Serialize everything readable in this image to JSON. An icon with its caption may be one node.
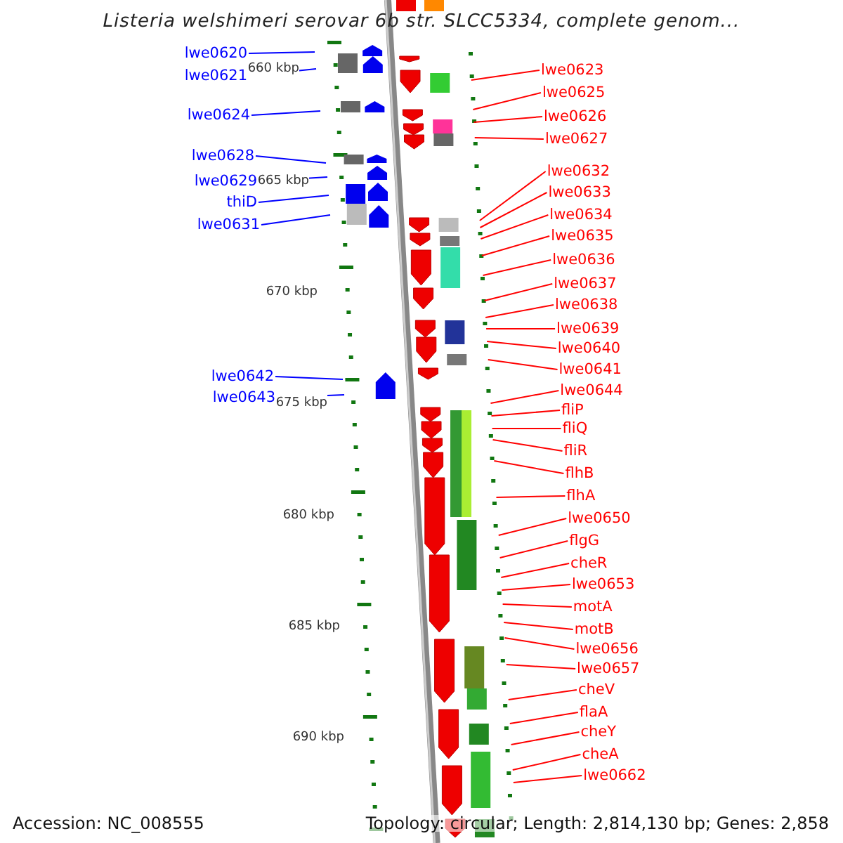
{
  "diagram": {
    "title": "Listeria welshimeri serovar 6b str. SLCC5334, complete genom...",
    "nodes": [
      {
        "text": [
          "lwe0620"
        ]
      },
      {
        "text": [
          "lwe0621"
        ]
      },
      {
        "text": [
          "lwe0624"
        ]
      },
      {
        "text": [
          "lwe0628"
        ]
      },
      {
        "text": [
          "lwe0629"
        ]
      },
      {
        "text": [
          "thiD"
        ]
      },
      {
        "text": [
          "lwe0631"
        ]
      },
      {
        "text": [
          "lwe0642"
        ]
      },
      {
        "text": [
          "lwe0643"
        ]
      },
      {
        "text": [
          "lwe0623"
        ]
      },
      {
        "text": [
          "lwe0625"
        ]
      },
      {
        "text": [
          "lwe0626"
        ]
      },
      {
        "text": [
          "lwe0627"
        ]
      },
      {
        "text": [
          "lwe0632"
        ]
      },
      {
        "text": [
          "lwe0633"
        ]
      },
      {
        "text": [
          "lwe0634"
        ]
      },
      {
        "text": [
          "lwe0635"
        ]
      },
      {
        "text": [
          "lwe0636"
        ]
      },
      {
        "text": [
          "lwe0637"
        ]
      },
      {
        "text": [
          "lwe0638"
        ]
      },
      {
        "text": [
          "lwe0639"
        ]
      },
      {
        "text": [
          "lwe0640"
        ]
      },
      {
        "text": [
          "lwe0641"
        ]
      },
      {
        "text": [
          "lwe0644"
        ]
      },
      {
        "text": [
          "fliP"
        ]
      },
      {
        "text": [
          "fliQ"
        ]
      },
      {
        "text": [
          "fliR"
        ]
      },
      {
        "text": [
          "flhB"
        ]
      },
      {
        "text": [
          "flhA"
        ]
      },
      {
        "text": [
          "lwe0650"
        ]
      },
      {
        "text": [
          "flgG"
        ]
      },
      {
        "text": [
          "cheR"
        ]
      },
      {
        "text": [
          "lwe0653"
        ]
      },
      {
        "text": [
          "motA"
        ]
      },
      {
        "text": [
          "motB"
        ]
      },
      {
        "text": [
          "lwe0656"
        ]
      },
      {
        "text": [
          "lwe0657"
        ]
      },
      {
        "text": [
          "cheV"
        ]
      },
      {
        "text": [
          "flaA"
        ]
      },
      {
        "text": [
          "cheY"
        ]
      },
      {
        "text": [
          "cheA"
        ]
      },
      {
        "text": [
          "lwe0662"
        ]
      }
    ],
    "edges": [
      {
        "from": 0,
        "to": null,
        "arrow": "none",
        "color": "#0000ff"
      },
      {
        "from": 1,
        "to": null,
        "arrow": "none",
        "color": "#0000ff"
      },
      {
        "from": 2,
        "to": null,
        "arrow": "none",
        "color": "#0000ff"
      },
      {
        "from": 3,
        "to": null,
        "arrow": "none",
        "color": "#0000ff"
      },
      {
        "from": 4,
        "to": null,
        "arrow": "none",
        "color": "#0000ff"
      },
      {
        "from": 5,
        "to": null,
        "arrow": "none",
        "color": "#0000ff"
      },
      {
        "from": 6,
        "to": null,
        "arrow": "none",
        "color": "#0000ff"
      },
      {
        "from": 7,
        "to": null,
        "arrow": "none",
        "color": "#0000ff"
      },
      {
        "from": 8,
        "to": null,
        "arrow": "none",
        "color": "#0000ff"
      },
      {
        "from": 9,
        "to": null,
        "arrow": "none"
      },
      {
        "from": 10,
        "to": null,
        "arrow": "none"
      },
      {
        "from": 11,
        "to": null,
        "arrow": "none"
      },
      {
        "from": 12,
        "to": null,
        "arrow": "none"
      },
      {
        "from": 13,
        "to": null,
        "arrow": "none"
      },
      {
        "from": 14,
        "to": null,
        "arrow": "none"
      },
      {
        "from": 15,
        "to": null,
        "arrow": "none"
      },
      {
        "from": 16,
        "to": null,
        "arrow": "none"
      },
      {
        "from": 17,
        "to": null,
        "arrow": "none"
      },
      {
        "from": 18,
        "to": null,
        "arrow": "none"
      },
      {
        "from": 19,
        "to": null,
        "arrow": "none"
      },
      {
        "from": 20,
        "to": null,
        "arrow": "none"
      },
      {
        "from": 21,
        "to": null,
        "arrow": "none"
      },
      {
        "from": 22,
        "to": null,
        "arrow": "none"
      },
      {
        "from": 23,
        "to": null,
        "arrow": "none"
      },
      {
        "from": 24,
        "to": null,
        "arrow": "none"
      },
      {
        "from": 25,
        "to": null,
        "arrow": "none"
      },
      {
        "from": 26,
        "to": null,
        "arrow": "none"
      },
      {
        "from": 27,
        "to": null,
        "arrow": "none"
      },
      {
        "from": 28,
        "to": null,
        "arrow": "none"
      },
      {
        "from": 29,
        "to": null,
        "arrow": "none"
      },
      {
        "from": 30,
        "to": null,
        "arrow": "none"
      },
      {
        "from": 31,
        "to": null,
        "arrow": "none"
      },
      {
        "from": 32,
        "to": null,
        "arrow": "none"
      },
      {
        "from": 33,
        "to": null,
        "arrow": "none"
      },
      {
        "from": 34,
        "to": null,
        "arrow": "none"
      },
      {
        "from": 35,
        "to": null,
        "arrow": "none"
      },
      {
        "from": 36,
        "to": null,
        "arrow": "none"
      },
      {
        "from": 37,
        "to": null,
        "arrow": "none"
      },
      {
        "from": 38,
        "to": null,
        "arrow": "none"
      },
      {
        "from": 39,
        "to": null,
        "arrow": "none"
      },
      {
        "from": 40,
        "to": null,
        "arrow": "none"
      },
      {
        "from": 41,
        "to": null,
        "arrow": "none"
      }
    ],
    "labels": [
      "660 kbp",
      "665 kbp",
      "670 kbp",
      "675 kbp",
      "680 kbp",
      "685 kbp",
      "690 kbp",
      "Accession: NC_008555",
      "Topology: circular; Length: 2,814,130 bp; Genes: 2,858"
    ]
  }
}
